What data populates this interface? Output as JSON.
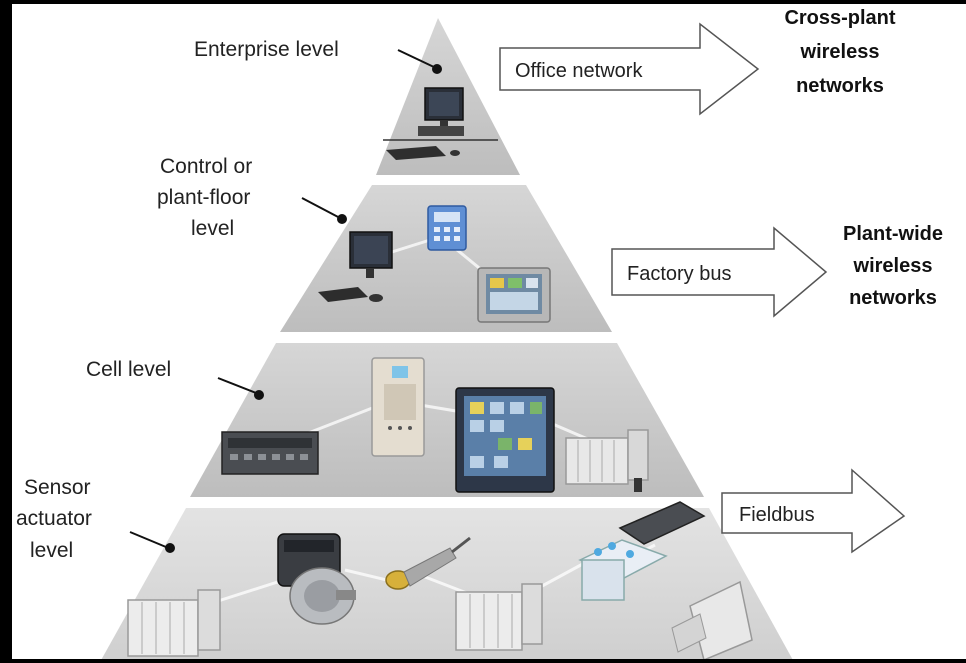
{
  "levels": {
    "enterprise": {
      "label": "Enterprise level"
    },
    "control": {
      "lines": [
        "Control or",
        "plant-floor",
        "level"
      ]
    },
    "cell": {
      "label": "Cell level"
    },
    "sensor": {
      "lines": [
        "Sensor",
        "actuator",
        "level"
      ]
    }
  },
  "arrows": {
    "office": "Office network",
    "factory": "Factory bus",
    "fieldbus": "Fieldbus"
  },
  "networks": {
    "cross_plant": [
      "Cross-plant",
      "wireless",
      "networks"
    ],
    "plant_wide": [
      "Plant-wide",
      "wireless",
      "networks"
    ]
  },
  "colors": {
    "tier_fill": "#c9c9c9",
    "tier_fill_light": "#dcdcdc",
    "link_line": "#f4f4f4",
    "text": "#222222"
  }
}
